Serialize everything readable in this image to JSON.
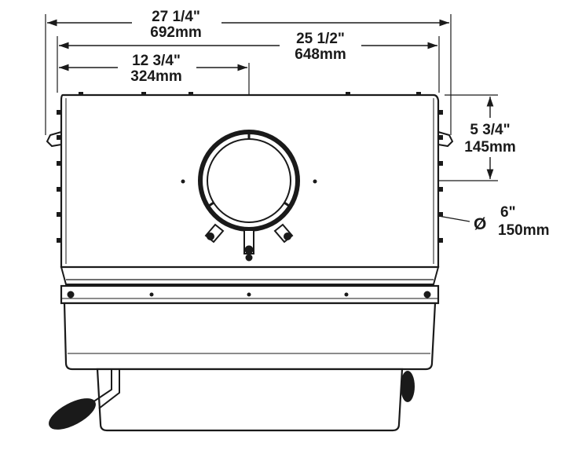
{
  "diagram": {
    "dimensions": {
      "overall_width": {
        "imperial": "27 1/4\"",
        "metric": "692mm"
      },
      "inner_width": {
        "imperial": "25 1/2\"",
        "metric": "648mm"
      },
      "center_offset": {
        "imperial": "12 3/4\"",
        "metric": "324mm"
      },
      "height_offset": {
        "imperial": "5 3/4\"",
        "metric": "145mm"
      },
      "flue_diameter": {
        "symbol": "Ø",
        "imperial": "6\"",
        "metric": "150mm"
      }
    },
    "colors": {
      "line": "#1a1a1a",
      "background": "#ffffff",
      "fill_dark": "#1a1a1a"
    }
  }
}
